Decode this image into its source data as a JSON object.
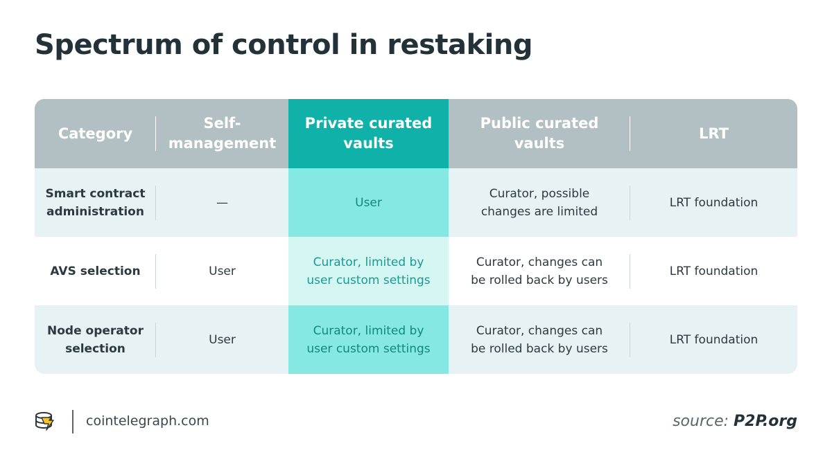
{
  "title": "Spectrum of control in restaking",
  "table": {
    "headers": [
      "Category",
      "Self-\nmanagement",
      "Private curated\nvaults",
      "Public curated\nvaults",
      "LRT"
    ],
    "rows": [
      {
        "category": "Smart contract\nadministration",
        "self_management": "—",
        "private_curated": "User",
        "public_curated": "Curator, possible\nchanges are limited",
        "lrt": "LRT foundation"
      },
      {
        "category": "AVS selection",
        "self_management": "User",
        "private_curated": "Curator, limited by\nuser custom settings",
        "public_curated": "Curator, changes can\nbe rolled back by users",
        "lrt": "LRT foundation"
      },
      {
        "category": "Node operator\nselection",
        "self_management": "User",
        "private_curated": "Curator, limited by\nuser custom settings",
        "public_curated": "Curator, changes can\nbe rolled back by users",
        "lrt": "LRT foundation"
      }
    ]
  },
  "footer": {
    "site": "cointelegraph.com",
    "source_label": "source:",
    "source_name": "P2P.org",
    "logo_icon": "cointelegraph-logo-icon"
  },
  "colors": {
    "header_bg": "#b2bfc3",
    "highlight_header": "#10b1a8",
    "highlight_cell": "#85e8e2",
    "highlight_cell_light": "#d5f7f4",
    "row_alt": "#e6f2f4"
  }
}
